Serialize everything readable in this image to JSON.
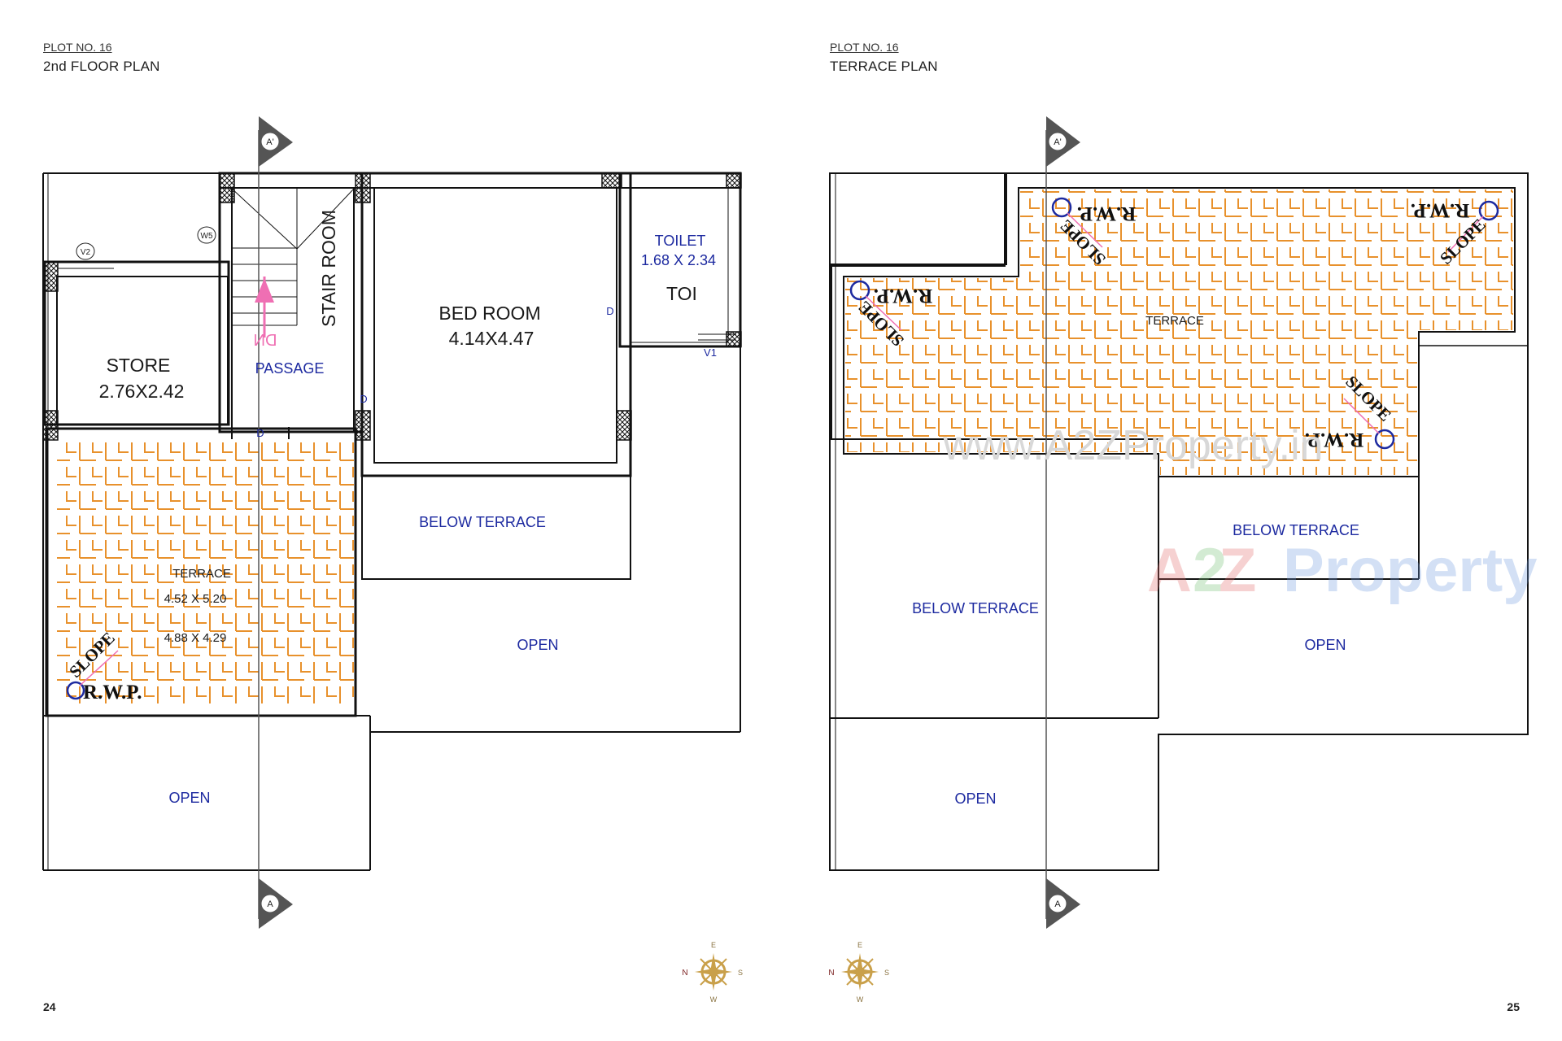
{
  "left_page": {
    "plot_no": "PLOT NO. 16",
    "plan_title": "2nd FLOOR PLAN",
    "page_number": "24",
    "section_top": "A'",
    "section_bottom": "A",
    "rooms": {
      "store": {
        "name": "STORE",
        "size": "2.76X2.42"
      },
      "passage": "PASSAGE",
      "stair_room": "STAIR ROOM",
      "dn": "DN",
      "bed_room": {
        "name": "BED ROOM",
        "size": "4.14X4.47"
      },
      "toilet": {
        "name": "TOILET",
        "size": "1.68 X 2.34",
        "abbr": "TOI"
      },
      "terrace": {
        "name": "TERRACE",
        "size1": "4.52 X 5.20",
        "size2": "4.88 X 4.29"
      },
      "below_terrace": "BELOW TERRACE",
      "open_right": "OPEN",
      "open_bottom": "OPEN"
    },
    "tags": {
      "v2": "V2",
      "w5": "W5",
      "v1": "V1",
      "d": "D"
    },
    "rwp": "R.W.P.",
    "slope": "SLOPE"
  },
  "right_page": {
    "plot_no": "PLOT NO. 16",
    "plan_title": "TERRACE PLAN",
    "page_number": "25",
    "section_top": "A'",
    "section_bottom": "A",
    "terrace": "TERRACE",
    "below_terrace_1": "BELOW TERRACE",
    "below_terrace_2": "BELOW TERRACE",
    "open_1": "OPEN",
    "open_2": "OPEN",
    "rwp": "R.W.P.",
    "slope": "SLOPE"
  },
  "compass": {
    "n": "N",
    "s": "S",
    "e": "E",
    "w": "W"
  },
  "watermark": {
    "url": "www.A2ZProperty.in",
    "logo_a": "A",
    "logo_2": "2",
    "logo_z": "Z",
    "logo_word": "Property"
  },
  "colors": {
    "line": "#111111",
    "tile": "#e8912c",
    "label_blue": "#1d2aa0",
    "arrow_pink": "#ef6fb3",
    "compass_gold": "#c9a04a"
  }
}
